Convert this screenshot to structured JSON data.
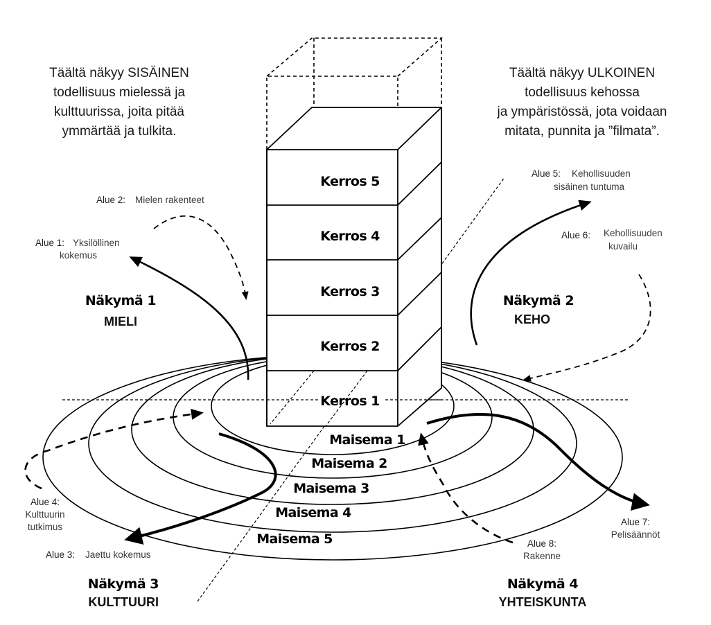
{
  "intro": {
    "inner": {
      "lines": [
        "Täältä näkyy SISÄINEN",
        "todellisuus mielessä ja",
        "kulttuurissa, joita pitää",
        "ymmärtää ja tulkita."
      ]
    },
    "outer": {
      "lines": [
        "Täältä näkyy ULKOINEN",
        "todellisuus kehossa",
        "ja ympäristössä, jota voidaan",
        "mitata, punnita ja ”filmata”."
      ]
    }
  },
  "layers": [
    "Kerros 5",
    "Kerros 4",
    "Kerros 3",
    "Kerros 2",
    "Kerros 1"
  ],
  "landscapes": [
    "Maisema 1",
    "Maisema 2",
    "Maisema 3",
    "Maisema 4",
    "Maisema 5"
  ],
  "views": [
    {
      "title": "Näkymä 1",
      "subtitle": "MIELI"
    },
    {
      "title": "Näkymä 2",
      "subtitle": "KEHO"
    },
    {
      "title": "Näkymä 3",
      "subtitle": "KULTTUURI"
    },
    {
      "title": "Näkymä 4",
      "subtitle": "YHTEISKUNTA"
    }
  ],
  "areas": [
    {
      "head": "Alue 1:",
      "lines": [
        "Yksilöllinen",
        "kokemus"
      ]
    },
    {
      "head": "Alue 2:",
      "lines": [
        "Mielen rakenteet"
      ]
    },
    {
      "head": "Alue 3:",
      "lines": [
        "Jaettu kokemus"
      ]
    },
    {
      "head": "Alue 4:",
      "lines": [
        "Kulttuurin",
        "tutkimus"
      ]
    },
    {
      "head": "Alue 5:",
      "lines": [
        "Kehollisuuden",
        "sisäinen tuntuma"
      ]
    },
    {
      "head": "Alue 6:",
      "lines": [
        "Kehollisuuden",
        "kuvailu"
      ]
    },
    {
      "head": "Alue 7:",
      "lines": [
        "Pelisäännöt"
      ]
    },
    {
      "head": "Alue 8:",
      "lines": [
        "Rakenne"
      ]
    }
  ]
}
